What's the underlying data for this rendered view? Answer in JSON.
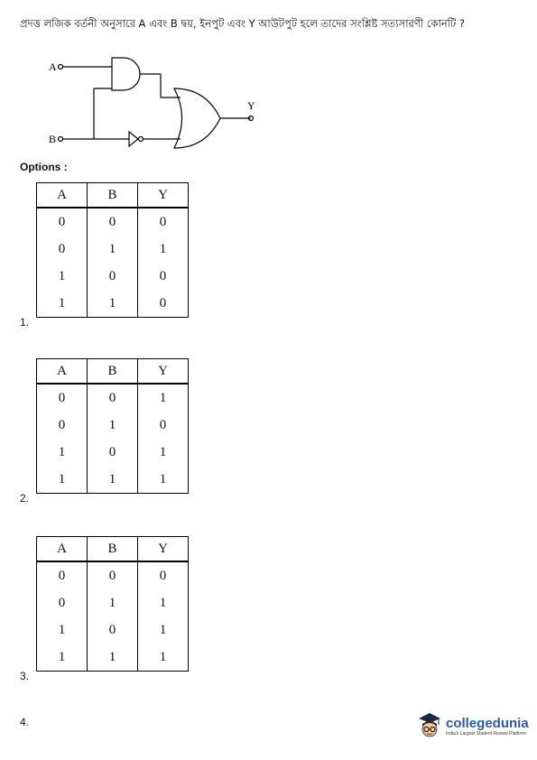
{
  "question": {
    "text": "প্রদত্ত লজিক বর্তনী অনুসারে A এবং B দ্বয়, ইনপুট এবং Y আউটপুট হলে তাদের সংশ্লিষ্ট সত্যসারণী কোনটি ?"
  },
  "circuit": {
    "label_a": "A",
    "label_b": "B",
    "label_y": "Y"
  },
  "options_label": "Options :",
  "tables": [
    {
      "number": "1.",
      "headers": [
        "A",
        "B",
        "Y"
      ],
      "rows": [
        [
          "0",
          "0",
          "0"
        ],
        [
          "0",
          "1",
          "1"
        ],
        [
          "1",
          "0",
          "0"
        ],
        [
          "1",
          "1",
          "0"
        ]
      ]
    },
    {
      "number": "2.",
      "headers": [
        "A",
        "B",
        "Y"
      ],
      "rows": [
        [
          "0",
          "0",
          "1"
        ],
        [
          "0",
          "1",
          "0"
        ],
        [
          "1",
          "0",
          "1"
        ],
        [
          "1",
          "1",
          "1"
        ]
      ]
    },
    {
      "number": "3.",
      "headers": [
        "A",
        "B",
        "Y"
      ],
      "rows": [
        [
          "0",
          "0",
          "0"
        ],
        [
          "0",
          "1",
          "1"
        ],
        [
          "1",
          "0",
          "1"
        ],
        [
          "1",
          "1",
          "1"
        ]
      ]
    }
  ],
  "option4": {
    "number": "4."
  },
  "logo": {
    "brand": "collegedunia",
    "tagline": "India's Largest Student Review Platform"
  }
}
